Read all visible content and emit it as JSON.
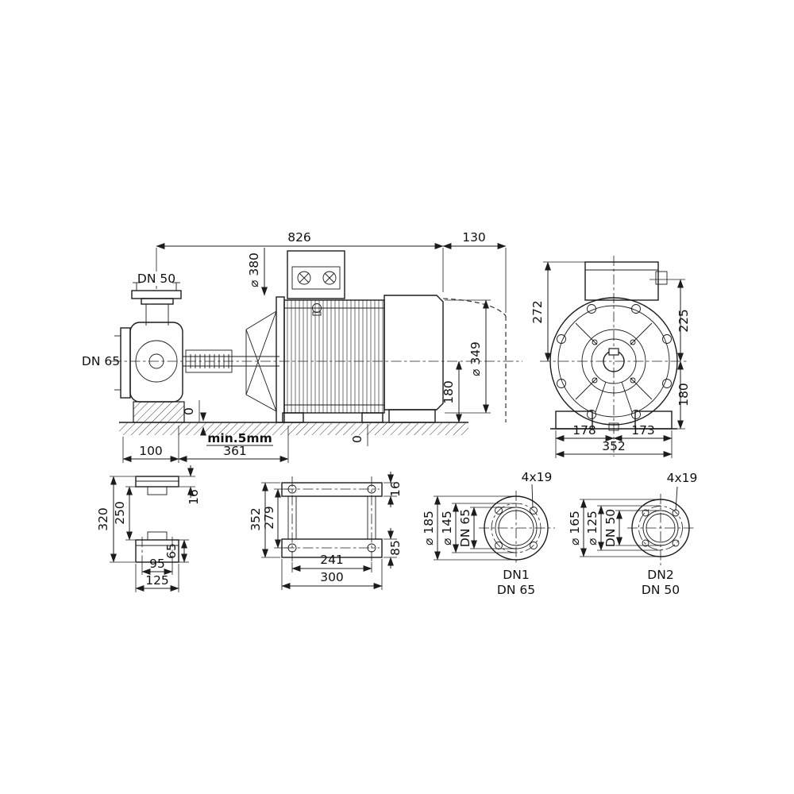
{
  "views": {
    "side": {
      "total_length": "826",
      "fan_clearance": "130",
      "discharge_dn": "DN 50",
      "flange_dia": "⌀ 380",
      "suction_dn": "DN 65",
      "shaft_height": "180",
      "motor_dia": "⌀ 349",
      "clearance_note": "min.5mm",
      "dim_100": "100",
      "dim_361": "361",
      "datum_pump": "0",
      "datum_motor": "0"
    },
    "end": {
      "height_box": "272",
      "height_upper": "225",
      "shaft_height": "180",
      "foot_left": "178",
      "foot_right": "173",
      "width": "352"
    },
    "support": {
      "total_height": "320",
      "clear_height": "250",
      "plate_thk": "16",
      "pad_height": "65",
      "width_inner": "95",
      "width_outer": "125"
    },
    "baseplate": {
      "length": "352",
      "hole_pitch_long": "279",
      "plate_thk": "16",
      "pad_height": "85",
      "hole_pitch_wide": "241",
      "width": "300"
    },
    "flange1": {
      "holes": "4x19",
      "od": "⌀ 185",
      "bcd": "⌀ 145",
      "dn": "DN 65",
      "name": "DN1",
      "size": "DN 65"
    },
    "flange2": {
      "holes": "4x19",
      "od": "⌀ 165",
      "bcd": "⌀ 125",
      "dn": "DN 50",
      "name": "DN2",
      "size": "DN 50"
    }
  }
}
